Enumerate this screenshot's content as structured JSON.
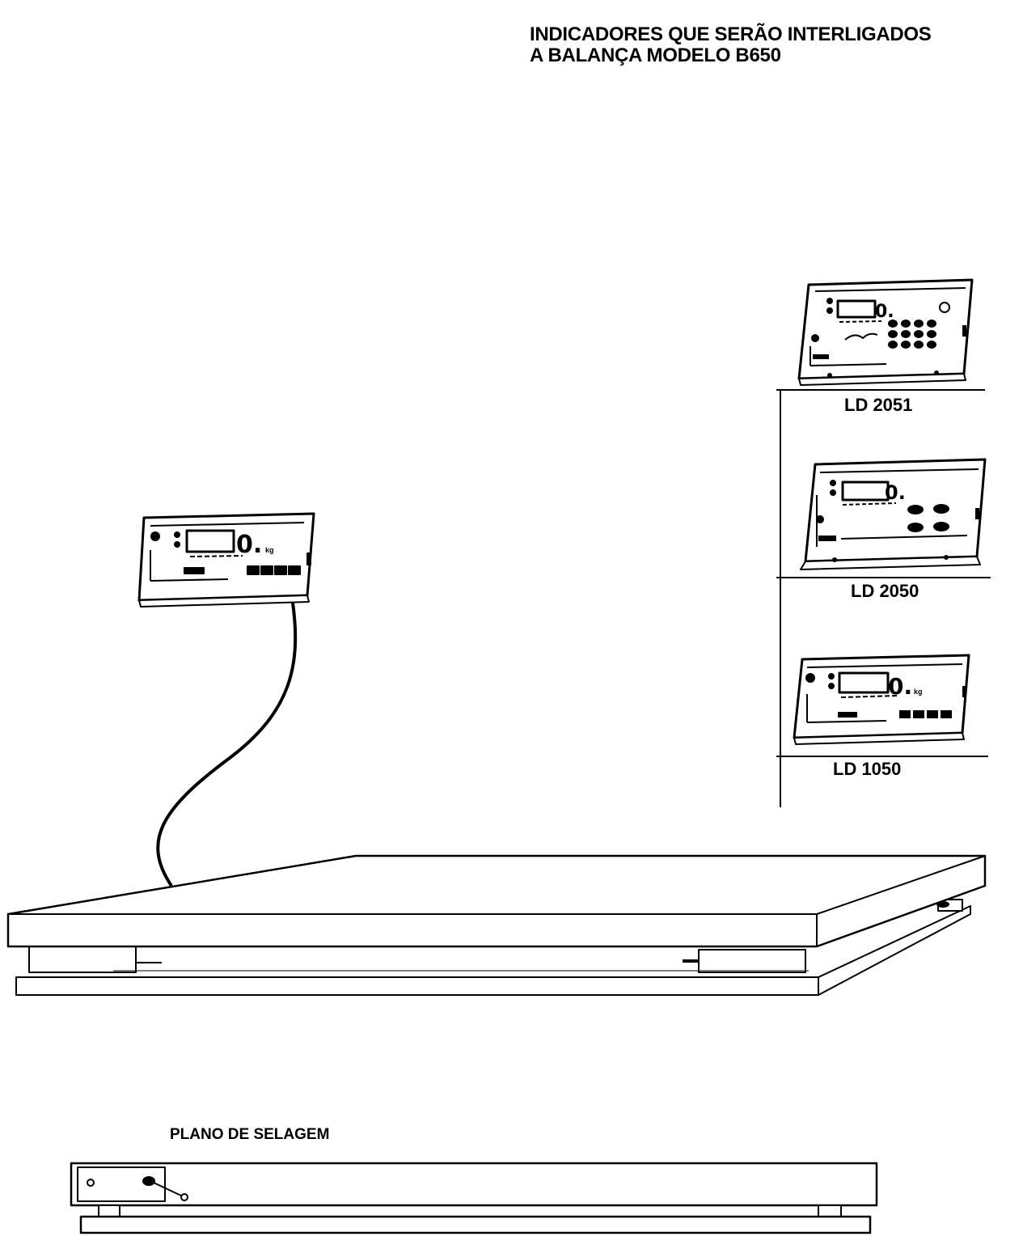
{
  "title": {
    "line1": "INDICADORES QUE SERÃO INTERLIGADOS",
    "line2": "A BALANÇA  MODELO B650"
  },
  "indicators": [
    {
      "model": "LD 2051"
    },
    {
      "model": "LD 2050"
    },
    {
      "model": "LD 1050"
    }
  ],
  "display_reading": "0.",
  "display_unit": "kg",
  "seal_plan": {
    "title": "PLANO DE SELAGEM"
  },
  "colors": {
    "ink": "#000000",
    "paper": "#ffffff"
  }
}
